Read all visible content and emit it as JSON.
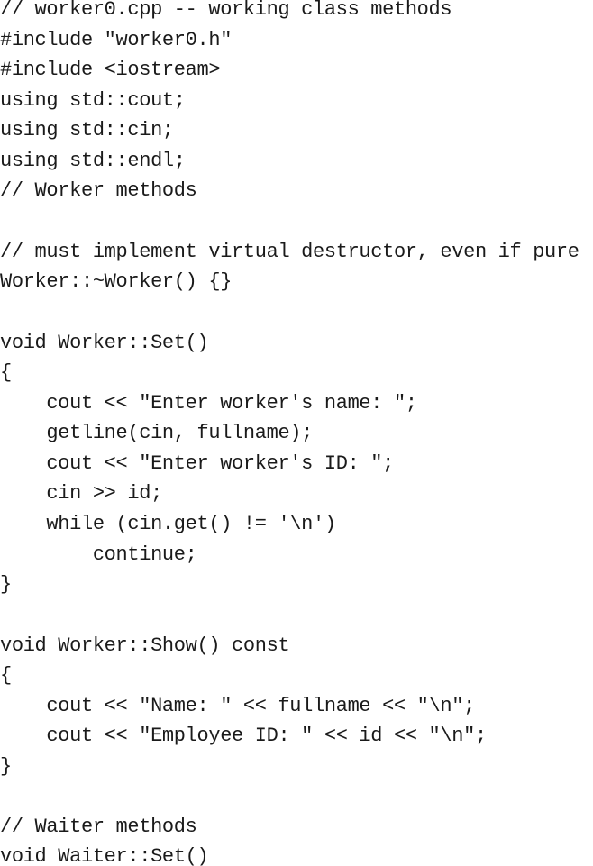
{
  "document": {
    "lines": [
      "// worker0.cpp -- working class methods",
      "#include \"worker0.h\"",
      "#include <iostream>",
      "using std::cout;",
      "using std::cin;",
      "using std::endl;",
      "// Worker methods",
      "",
      "// must implement virtual destructor, even if pure",
      "Worker::~Worker() {}",
      "",
      "void Worker::Set()",
      "{",
      "    cout << \"Enter worker's name: \";",
      "    getline(cin, fullname);",
      "    cout << \"Enter worker's ID: \";",
      "    cin >> id;",
      "    while (cin.get() != '\\n')",
      "        continue;",
      "}",
      "",
      "void Worker::Show() const",
      "{",
      "    cout << \"Name: \" << fullname << \"\\n\";",
      "    cout << \"Employee ID: \" << id << \"\\n\";",
      "}",
      "",
      "// Waiter methods",
      "void Waiter::Set()"
    ]
  }
}
